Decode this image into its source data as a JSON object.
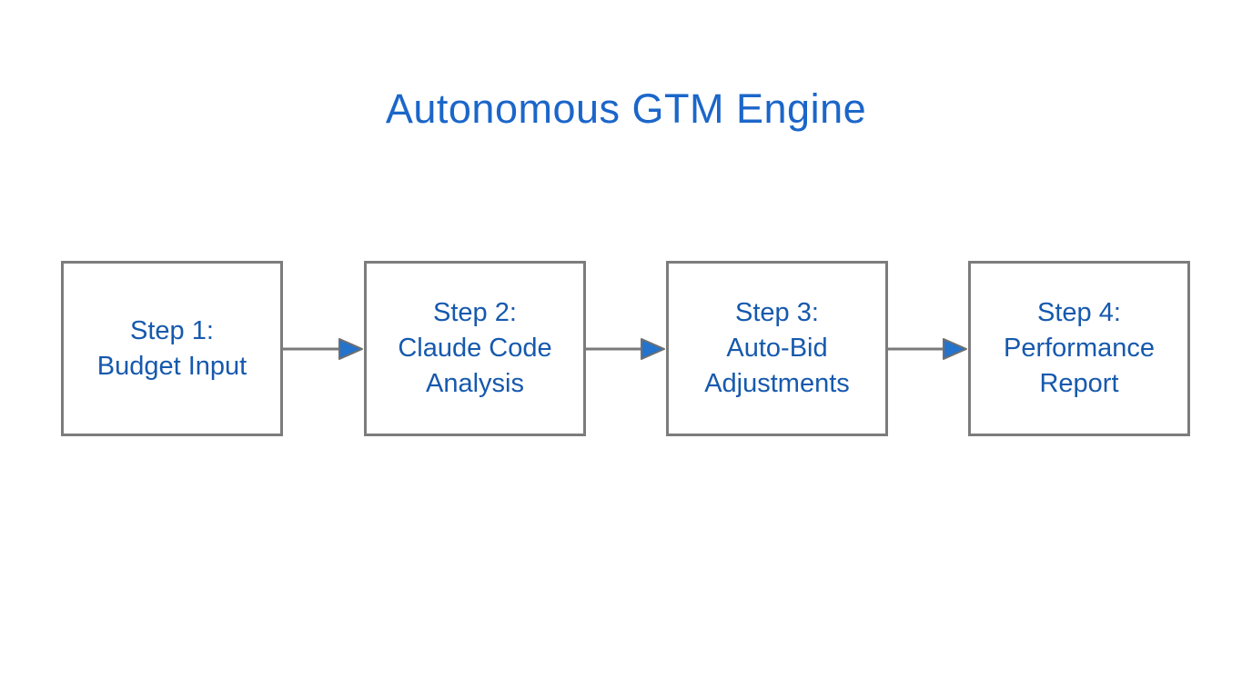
{
  "diagram": {
    "title": "Autonomous GTM Engine",
    "type": "flowchart-horizontal",
    "steps": [
      {
        "id": 1,
        "label": "Step 1:\nBudget Input"
      },
      {
        "id": 2,
        "label": "Step 2:\nClaude Code\nAnalysis"
      },
      {
        "id": 3,
        "label": "Step 3:\nAuto-Bid\nAdjustments"
      },
      {
        "id": 4,
        "label": "Step 4:\nPerformance\nReport"
      }
    ],
    "connectors": [
      {
        "from": 1,
        "to": 2,
        "icon": "arrow-right-icon"
      },
      {
        "from": 2,
        "to": 3,
        "icon": "arrow-right-icon"
      },
      {
        "from": 3,
        "to": 4,
        "icon": "arrow-right-icon"
      }
    ],
    "colors": {
      "background": "#ffffff",
      "title_text": "#1b66c9",
      "box_text": "#1659ad",
      "box_border": "#7c7c7c",
      "box_fill": "#ffffff",
      "arrow_line": "#7a7a7a",
      "arrow_head_fill": "#2473cc",
      "arrow_head_stroke": "#6f6f6f"
    }
  }
}
